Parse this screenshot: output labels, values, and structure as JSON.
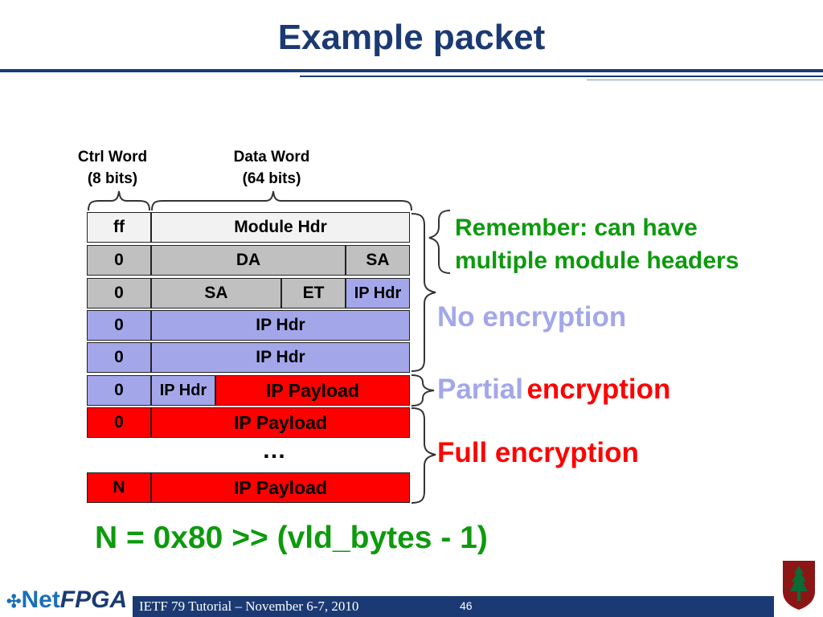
{
  "slide": {
    "title": "Example packet",
    "col_ctrl": {
      "line1": "Ctrl Word",
      "line2": "(8 bits)"
    },
    "col_data": {
      "line1": "Data Word",
      "line2": "(64 bits)"
    },
    "rows": [
      {
        "ctrl": "ff",
        "cells": [
          "Module Hdr"
        ]
      },
      {
        "ctrl": "0",
        "cells": [
          "DA",
          "SA"
        ]
      },
      {
        "ctrl": "0",
        "cells": [
          "SA",
          "ET",
          "IP Hdr"
        ]
      },
      {
        "ctrl": "0",
        "cells": [
          "IP Hdr"
        ]
      },
      {
        "ctrl": "0",
        "cells": [
          "IP Hdr"
        ]
      },
      {
        "ctrl": "0",
        "cells": [
          "IP Hdr",
          "IP Payload"
        ]
      },
      {
        "ctrl": "0",
        "cells": [
          "IP Payload"
        ]
      },
      {
        "ctrl": "N",
        "cells": [
          "IP Payload"
        ]
      }
    ],
    "ellipsis": "…",
    "annotations": {
      "remember_line1": "Remember: can have",
      "remember_line2": "multiple module headers",
      "no_encryption": "No encryption",
      "partial_word": "Partial",
      "partial_encryption": "encryption",
      "full_encryption": "Full encryption"
    },
    "formula": "N = 0x80 >> (vld_bytes - 1)"
  },
  "footer": {
    "text": "IETF 79 Tutorial – November 6-7, 2010",
    "page": "46",
    "logo_net": "Net",
    "logo_fpga": "FPGA"
  },
  "colors": {
    "title": "#1b3a73",
    "green": "#0d9a0d",
    "lavender": "#a3a7ea",
    "red": "#ff0000",
    "gray": "#c0c0c0"
  }
}
